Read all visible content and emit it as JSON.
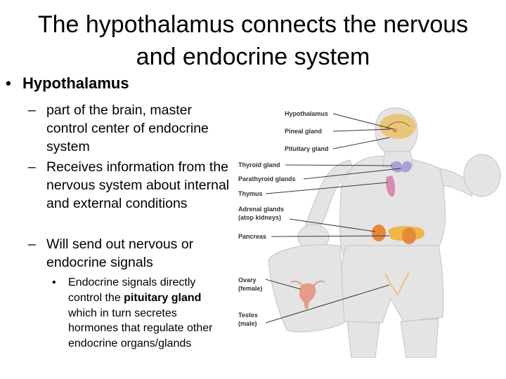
{
  "slide": {
    "title": "The hypothalamus connects the nervous and endocrine system",
    "bullet_main": "Hypothalamus",
    "bullet_char": "•",
    "dash_char": "–",
    "sub_bullets": [
      "part of the brain, master control center of endocrine system",
      "Receives information from the nervous system about internal and external conditions",
      "Will send out nervous or endocrine signals"
    ],
    "sub_sub": {
      "before": "Endocrine signals directly control the ",
      "bold": "pituitary gland",
      "after": " which in turn secretes hormones that regulate other endocrine organs/glands"
    }
  },
  "figure": {
    "labels": {
      "hypothalamus": "Hypothalamus",
      "pineal": "Pineal gland",
      "pituitary": "Pituitary gland",
      "thyroid": "Thyroid gland",
      "parathyroid": "Parathyroid glands",
      "thymus": "Thymus",
      "adrenal_1": "Adrenal glands",
      "adrenal_2": "(atop kidneys)",
      "pancreas": "Pancreas",
      "ovary_1": "Ovary",
      "ovary_2": "(female)",
      "testes_1": "Testes",
      "testes_2": "(male)"
    },
    "colors": {
      "body": "#e4e4e4",
      "outline": "#c4c4c4",
      "brain": "#e8c77a",
      "thyroid": "#a9a0d4",
      "thymus": "#d98ab0",
      "adrenal": "#e58a3a",
      "pancreas": "#f0b64a",
      "ovary": "#e79a8c",
      "leader_line": "#3a3a3a"
    }
  }
}
